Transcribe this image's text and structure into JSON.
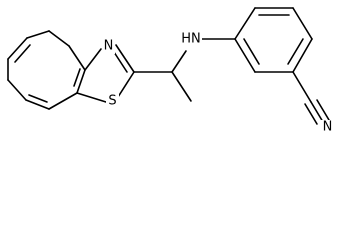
{
  "structure": {
    "atoms": {
      "thiazole_n": "N",
      "thiazole_s": "S",
      "amine": "HN",
      "nitrile_n": "N"
    }
  }
}
